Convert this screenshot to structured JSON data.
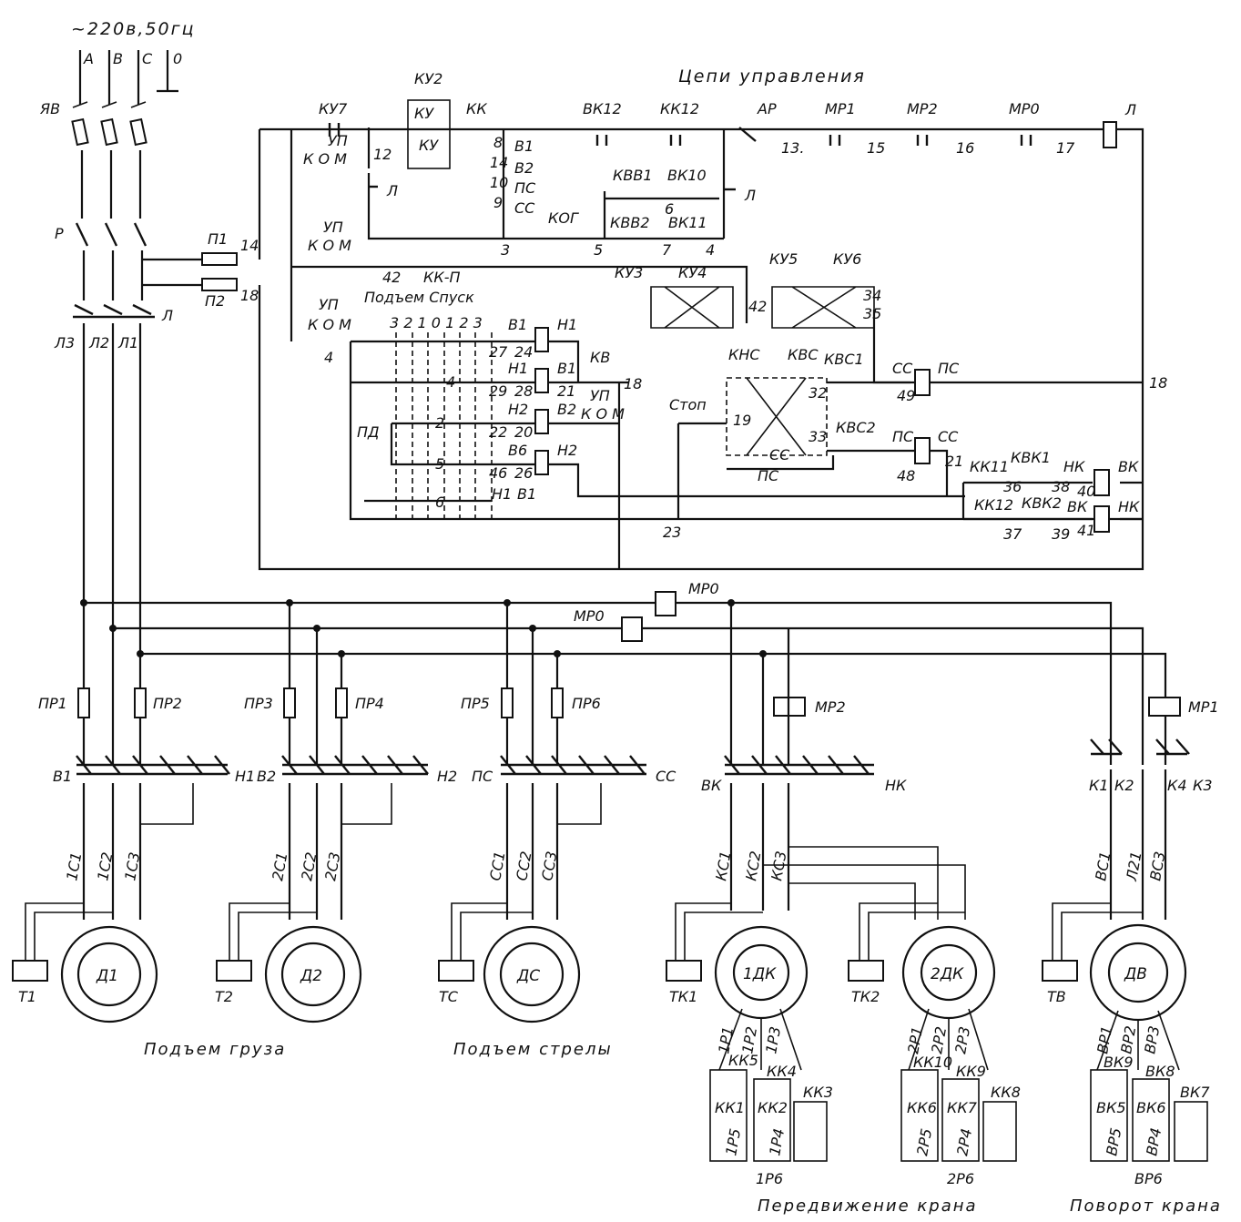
{
  "supply": {
    "voltage": "~220в,50гц",
    "phases": [
      "А",
      "В",
      "С",
      "0"
    ],
    "switch_main": "ЯВ",
    "switch_rev": "Р",
    "contactor_line": "Л",
    "line_phases": [
      "Л3",
      "Л2",
      "Л1"
    ],
    "fuses": [
      "П1",
      "П2"
    ],
    "fuse_nodes": [
      "14",
      "18"
    ]
  },
  "control": {
    "title": "Цепи управления",
    "top_row": [
      "КУ7",
      "КУ2",
      "КК",
      "ВК12",
      "КК12",
      "АР",
      "МР1",
      "МР2",
      "МР0",
      "Л"
    ],
    "top_nodes": [
      "13.",
      "15",
      "16",
      "17"
    ],
    "ku2_parts": [
      "КУ",
      "КУ"
    ],
    "selector_up": "УП",
    "selector_kom": "К О М",
    "node_12": "12",
    "contact_L": "Л",
    "side_stack": [
      "8",
      "В1",
      "14",
      "В2",
      "10",
      "ПС",
      "9",
      "СС"
    ],
    "kvv": [
      "КВВ1",
      "ВК10",
      "КВВ2",
      "ВК11"
    ],
    "kvv_nodes": [
      "6",
      "7",
      "4"
    ],
    "contact_L2": "Л",
    "kog": "КОГ",
    "row2_nodes": [
      "3",
      "5"
    ],
    "node_42": "42",
    "kk_p": "КК-П",
    "lift_desc": "Подъем Спуск",
    "positions": "3 2 1 0 1 2 3",
    "ku_row": [
      "КУ3",
      "КУ4",
      "КУ5",
      "КУ6"
    ],
    "ku_nodes": [
      "42",
      "34",
      "35"
    ],
    "hoist_coils": [
      "В1",
      "Н1",
      "Н1",
      "В1",
      "Н2",
      "В2",
      "В6",
      "Н2"
    ],
    "hoist_nodes": [
      "24",
      "27",
      "21",
      "29",
      "28",
      "22",
      "20",
      "46",
      "26"
    ],
    "hoist_bottom": [
      "Н1",
      "В1"
    ],
    "kv_label": "КВ",
    "node_18": "18",
    "pd_label": "ПД",
    "selector_digits": [
      "4",
      "2",
      "5",
      "6"
    ],
    "stop": "Стоп",
    "stop_node": "19",
    "boom": [
      "КНС",
      "КВС",
      "КВС1",
      "КВС2",
      "СС",
      "ПС"
    ],
    "boom_nodes": [
      "32",
      "33"
    ],
    "boom_coils": [
      "СС",
      "ПС",
      "ПС",
      "СС"
    ],
    "boom_nodes_r": [
      "49",
      "48",
      "21"
    ],
    "right_node": "18",
    "travel_ctrl": [
      "КК11",
      "КВК1",
      "НК",
      "ВК",
      "КК12",
      "КВК2",
      "ВК",
      "НК"
    ],
    "travel_nodes": [
      "36",
      "38",
      "40",
      "37",
      "39",
      "41"
    ],
    "node_23": "23"
  },
  "power": {
    "relay_top": "МР0",
    "relay_mid": "МР0",
    "relay_mr2": "МР2",
    "relay_mr1": "МР1",
    "fuses": [
      "ПР1",
      "ПР2",
      "ПР3",
      "ПР4",
      "ПР5",
      "ПР6"
    ],
    "contactor_groups": [
      {
        "left": "В1",
        "right": "Н1"
      },
      {
        "left": "В2",
        "right": "Н2"
      },
      {
        "left": "ПС",
        "right": "СС"
      },
      {
        "left": "ВК",
        "right": "НК"
      }
    ],
    "slew_contactors": [
      "К1",
      "К2",
      "К4",
      "К3"
    ],
    "stator_leads": [
      [
        "1С1",
        "1С2",
        "1С3"
      ],
      [
        "2С1",
        "2С2",
        "2С3"
      ],
      [
        "СС1",
        "СС2",
        "СС3"
      ],
      [
        "КС1",
        "КС2",
        "КС3"
      ],
      [
        "ВС1",
        "Л21",
        "ВС3"
      ]
    ],
    "brakes": [
      "Т1",
      "Т2",
      "ТС",
      "ТК1",
      "ТК2",
      "ТВ"
    ],
    "motors": [
      "Д1",
      "Д2",
      "ДС",
      "1ДК",
      "2ДК",
      "ДВ"
    ],
    "rotor_1dk": [
      "1Р1",
      "1Р2",
      "1Р3",
      "КК5",
      "КК4",
      "КК3",
      "КК1",
      "КК2",
      "1Р5",
      "1Р4",
      "1Р6"
    ],
    "rotor_2dk": [
      "2Р1",
      "2Р2",
      "2Р3",
      "КК10",
      "КК9",
      "КК8",
      "КК6",
      "КК7",
      "2Р5",
      "2Р4",
      "2Р6"
    ],
    "rotor_dv": [
      "ВР1",
      "ВР2",
      "ВР3",
      "ВК9",
      "ВК8",
      "ВК7",
      "ВК5",
      "ВК6",
      "ВР5",
      "ВР4",
      "ВР6"
    ],
    "captions": [
      "Подъем груза",
      "Подъем стрелы",
      "Передвижение крана",
      "Поворот крана"
    ]
  }
}
